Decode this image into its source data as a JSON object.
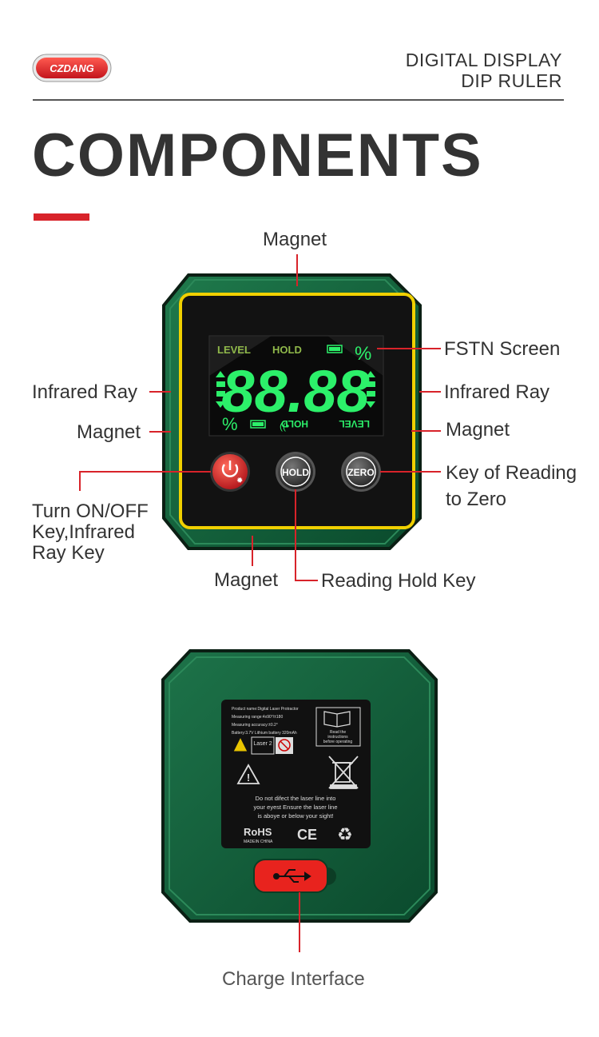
{
  "brand": {
    "logo_text": "CZDANG"
  },
  "header": {
    "line1": "DIGITAL DISPLAY",
    "line2": "DIP RULER"
  },
  "title": "COMPONENTS",
  "front": {
    "labels": {
      "magnet_top": "Magnet",
      "fstn_screen": "FSTN Screen",
      "infrared_left": "Infrared Ray",
      "infrared_right": "Infrared Ray",
      "magnet_left": "Magnet",
      "magnet_right": "Magnet",
      "key_zero_line1": "Key of Reading",
      "key_zero_line2": "to Zero",
      "power_key_line1": "Turn ON/OFF",
      "power_key_line2": "Key,Infrared",
      "power_key_line3": "Ray Key",
      "magnet_bottom": "Magnet",
      "hold_key": "Reading Hold Key"
    },
    "display": {
      "level": "LEVEL",
      "hold": "HOLD",
      "digits": "88.88",
      "percent": "%",
      "hold_mirror": "HOLD",
      "level_mirror": "LEVEL"
    },
    "buttons": {
      "hold": "HOLD",
      "zero": "ZERO"
    }
  },
  "back": {
    "label_lines": [
      "Product name:Digital Laser Protractor",
      "Measuring range:4x90°/±180",
      "Measuring accuracy:±0.2°",
      "Battery:3.7V Lithium battery 320mAh"
    ],
    "read_instructions": [
      "Read the",
      "instructions",
      "before operating"
    ],
    "laser_class": "Laser 2",
    "warning": [
      "Do not difect the laser line into",
      "your eyest Ensure the laser line",
      "is aboye or below your sight!"
    ],
    "rohs": "RoHS",
    "made_in": "MADEIN CHINA",
    "ce": "CE",
    "charge_label": "Charge Interface"
  },
  "colors": {
    "accent_red": "#d8232a",
    "device_green": "#0e5a38",
    "screen_green": "#2cf06a"
  }
}
